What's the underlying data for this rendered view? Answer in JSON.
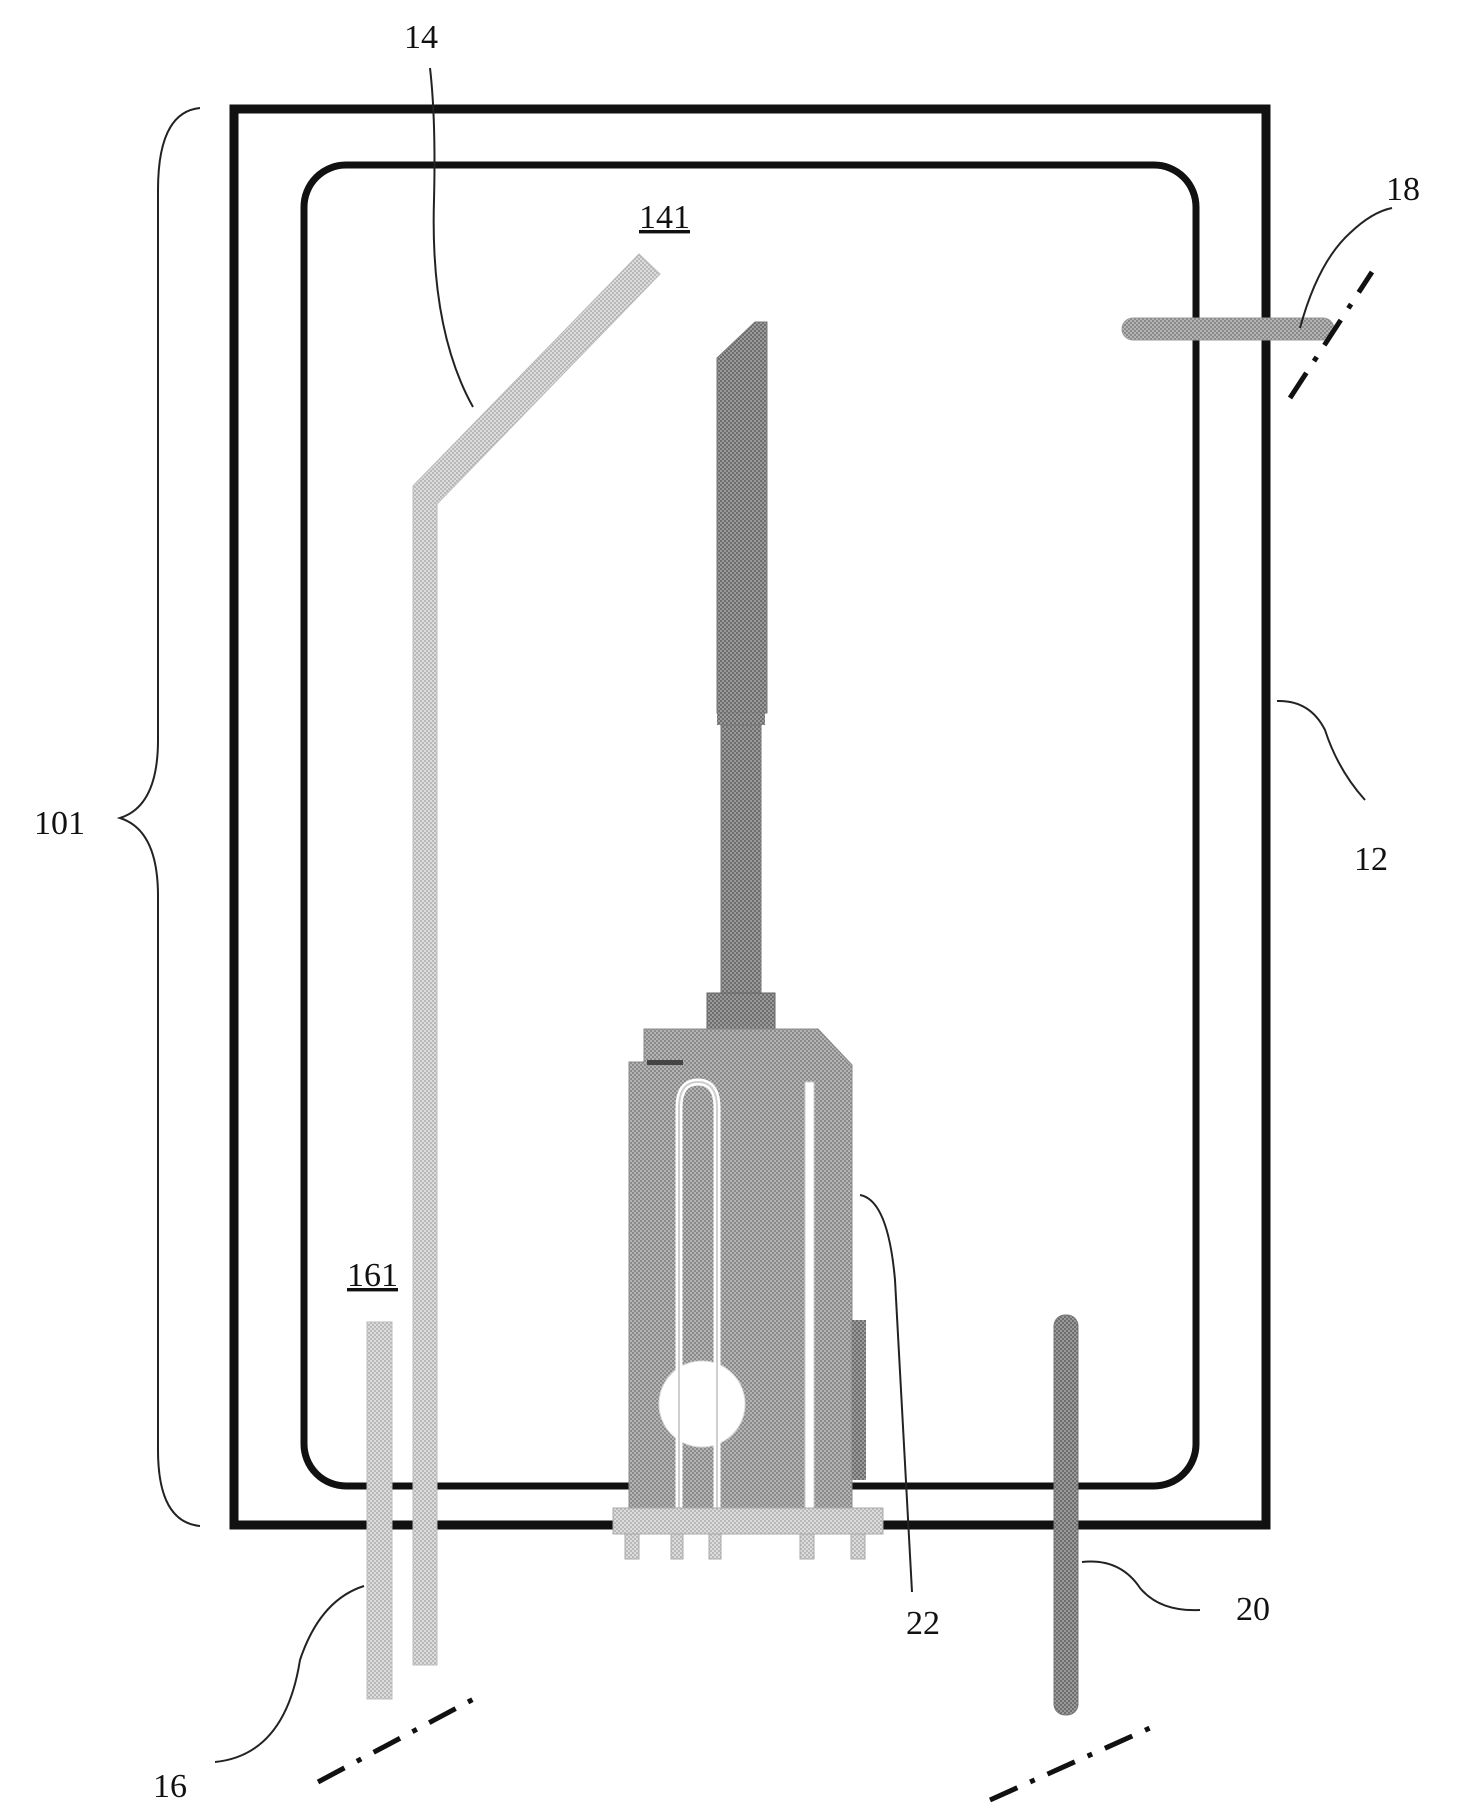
{
  "labels": {
    "ref_101": "101",
    "ref_12": "12",
    "ref_14": "14",
    "ref_141": "141",
    "ref_16": "16",
    "ref_161": "161",
    "ref_18": "18",
    "ref_20": "20",
    "ref_22": "22"
  },
  "colors": {
    "line": "#111111",
    "pipe_light": "#cfcfcf",
    "pipe_medium": "#a9a9a9",
    "pipe_dark": "#8e8e8e",
    "body_fill": "#9c9c9c",
    "body_dark": "#7a7a7a",
    "background": "#ffffff"
  }
}
